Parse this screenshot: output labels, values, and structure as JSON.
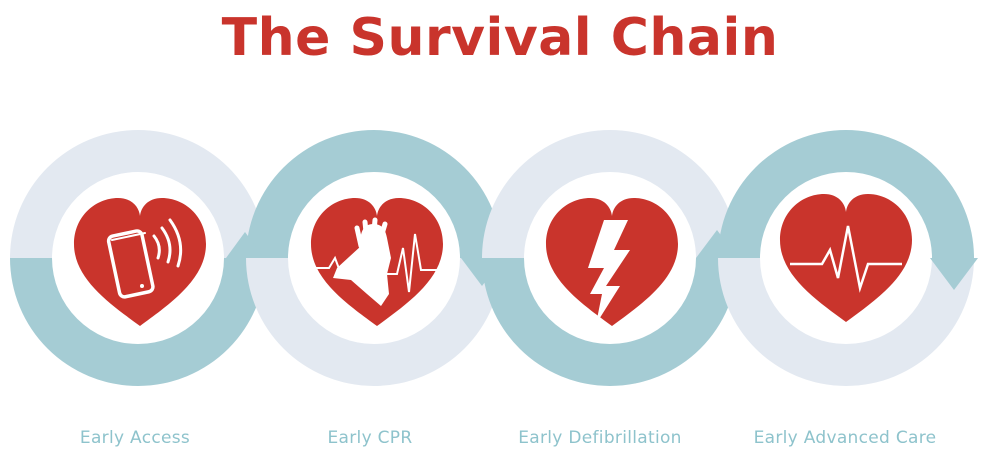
{
  "title": "The Survival Chain",
  "colors": {
    "title": "#c9342c",
    "heart": "#c9342c",
    "ring_light": "#e3e9f1",
    "ring_teal": "#a5ccd4",
    "label": "#8ec3cc"
  },
  "steps": [
    {
      "label": "Early Access",
      "icon": "smartphone-ringing-icon"
    },
    {
      "label": "Early CPR",
      "icon": "cpr-hands-icon"
    },
    {
      "label": "Early Defibrillation",
      "icon": "lightning-bolt-icon"
    },
    {
      "label": "Early Advanced Care",
      "icon": "heartbeat-line-icon"
    }
  ]
}
